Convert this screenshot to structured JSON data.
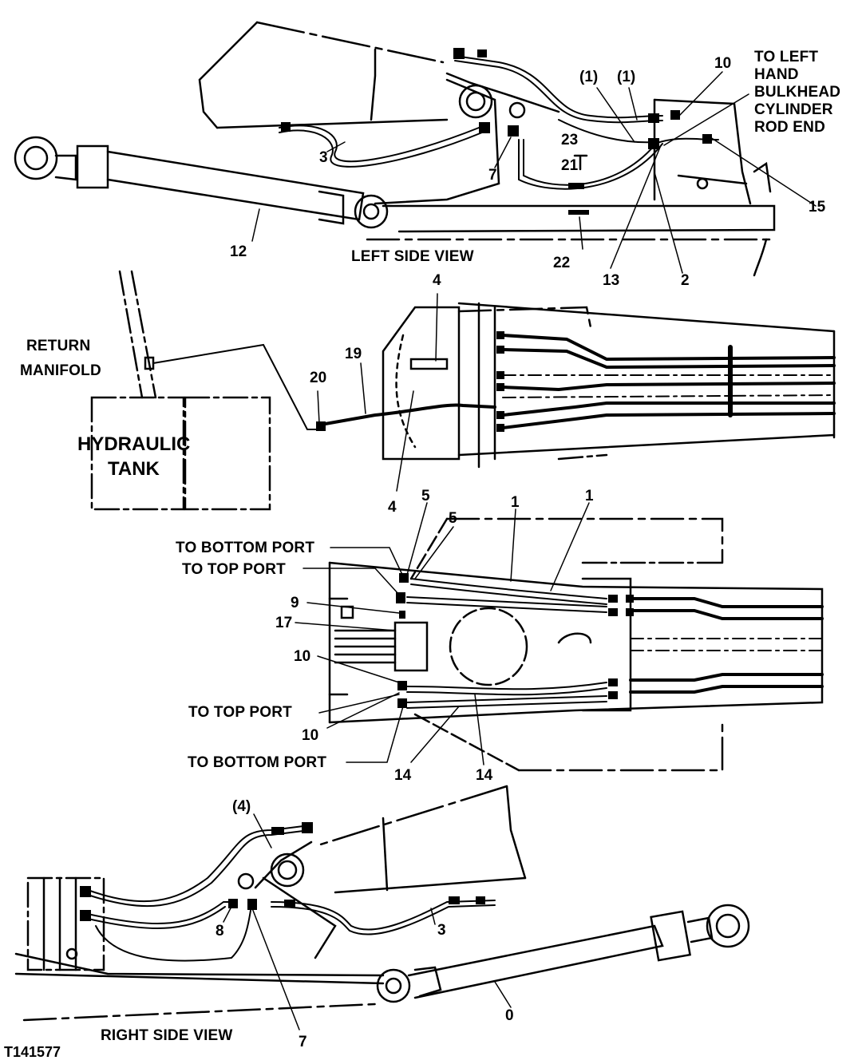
{
  "figure_id": "T141577",
  "views": {
    "left": "LEFT SIDE VIEW",
    "right": "RIGHT SIDE VIEW"
  },
  "notes": {
    "to_left_hand_bulkhead": [
      "TO LEFT",
      "HAND",
      "BULKHEAD",
      "CYLINDER",
      "ROD END"
    ],
    "return_manifold": [
      "RETURN",
      "MANIFOLD"
    ],
    "hydraulic_tank": [
      "HYDRAULIC",
      "TANK"
    ],
    "to_bottom_port": "TO BOTTOM PORT",
    "to_top_port": "TO TOP  PORT"
  },
  "callouts": {
    "left_view": [
      "(1)",
      "(1)",
      "10",
      "23",
      "21",
      "7",
      "3",
      "12",
      "22",
      "13",
      "2",
      "15"
    ],
    "top_view": [
      "4",
      "19",
      "20",
      "4"
    ],
    "plan_view": [
      "5",
      "5",
      "1",
      "1",
      "9",
      "17",
      "10",
      "10",
      "14",
      "14"
    ],
    "right_view": [
      "(4)",
      "8",
      "7",
      "3",
      "0"
    ]
  }
}
